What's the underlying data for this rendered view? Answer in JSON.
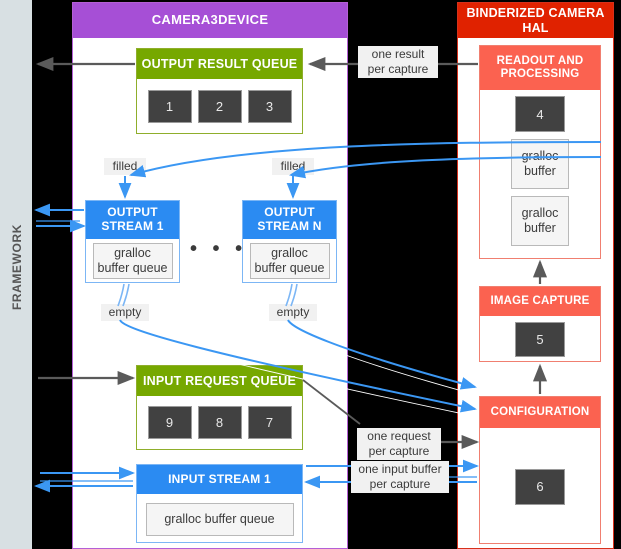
{
  "diagram": {
    "title": "Android Camera3 / Binderized Camera HAL data flow",
    "colors": {
      "framework_strip": "#d8e0e3",
      "camera3device_header": "#a64fd6",
      "hal_header": "#e02200",
      "queue_green": "#76a800",
      "stream_blue": "#2b8bf2",
      "hal_box_red": "#fb6250",
      "chip_dark": "#414141",
      "blue_arrow": "#3b97f3",
      "gray_arrow": "#5a5a5a",
      "background": "#000000"
    }
  },
  "framework": {
    "label": "FRAMEWORK"
  },
  "camera3device": {
    "header": "CAMERA3DEVICE",
    "output_result_queue": {
      "title": "OUTPUT RESULT QUEUE",
      "chips": [
        "1",
        "2",
        "3"
      ]
    },
    "output_stream_1": {
      "title": "OUTPUT\nSTREAM 1",
      "inner": "gralloc\nbuffer queue",
      "filled_label": "filled",
      "empty_label": "empty"
    },
    "output_stream_n": {
      "title": "OUTPUT\nSTREAM N",
      "inner": "gralloc\nbuffer queue",
      "filled_label": "filled",
      "empty_label": "empty"
    },
    "stream_ellipsis": "•  •  •",
    "input_request_queue": {
      "title": "INPUT REQUEST QUEUE",
      "chips": [
        "9",
        "8",
        "7"
      ]
    },
    "input_stream_1": {
      "title": "INPUT STREAM 1",
      "inner": "gralloc buffer queue"
    }
  },
  "hal": {
    "header": "BINDERIZED CAMERA HAL",
    "readout_and_processing": {
      "title": "READOUT AND PROCESSING",
      "chip": "4",
      "buffers": [
        "gralloc\nbuffer",
        "gralloc\nbuffer"
      ]
    },
    "image_capture": {
      "title": "IMAGE CAPTURE",
      "chip": "5"
    },
    "configuration": {
      "title": "CONFIGURATION",
      "chip": "6"
    }
  },
  "flow_labels": {
    "one_result_per_capture": "one result\nper capture",
    "one_request_per_capture": "one request\nper capture",
    "one_input_buffer_per_capture": "one input buffer\nper capture"
  }
}
